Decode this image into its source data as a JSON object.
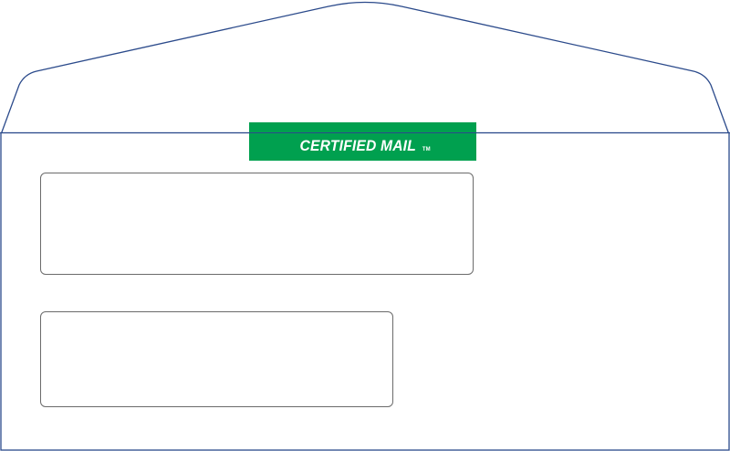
{
  "envelope": {
    "type": "#10 double window envelope",
    "outline_color": "#2b4a8b",
    "background_color": "#ffffff"
  },
  "label": {
    "text": "CERTIFIED MAIL",
    "trademark": "TM",
    "background_color": "#00a04f",
    "text_color": "#ffffff"
  },
  "windows": [
    {
      "name": "return-address-window",
      "border_color": "#6b6b6b"
    },
    {
      "name": "recipient-address-window",
      "border_color": "#6b6b6b"
    }
  ]
}
